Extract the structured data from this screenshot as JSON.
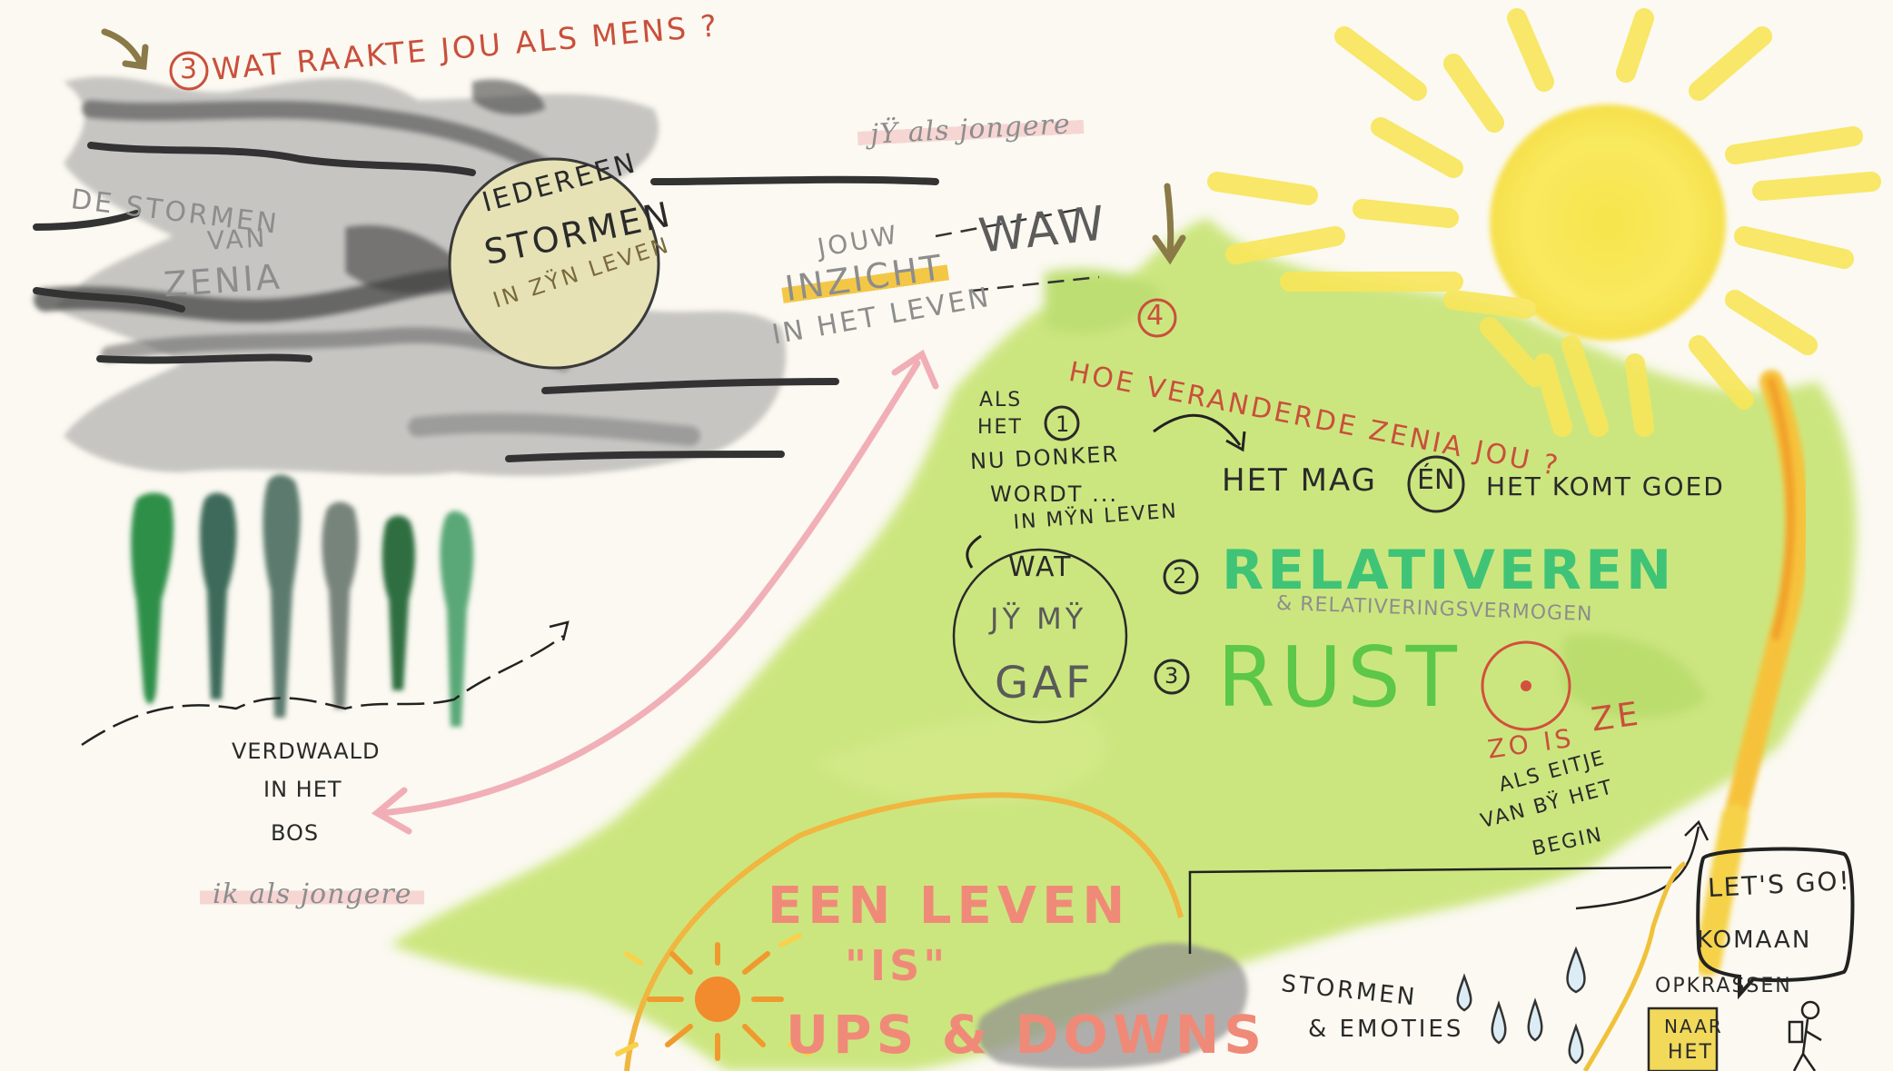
{
  "q3": {
    "number": "3",
    "question": "WAT RAAKTE JOU ALS MENS ?"
  },
  "storm": {
    "line1": "DE STORMEN",
    "line2": "VAN",
    "line3": "ZENIA"
  },
  "moon": {
    "line1": "IEDEREEN",
    "line2": "STORMEN",
    "line3": "IN ZŸN LEVEN"
  },
  "forest": {
    "line1": "VERDWAALD",
    "line2": "IN HET",
    "line3": "BOS"
  },
  "younger_me": "ik als jongere",
  "younger_you": "jŸ als jongere",
  "insight": {
    "jouw": "JOUW",
    "inzicht": "INZICHT",
    "waw": "WAW",
    "leven": "IN HET LEVEN"
  },
  "q4": {
    "number": "4",
    "question": "HOE VERANDERDE ZENIA JOU ?"
  },
  "dark": {
    "line1": "ALS",
    "line2": "HET",
    "num": "1",
    "line3": "NU DONKER",
    "line4": "WORDT ...",
    "line5": "IN MŸN LEVEN"
  },
  "het_mag": {
    "part1": "HET MAG",
    "en": "ÉN",
    "part2": "HET KOMT GOED"
  },
  "gift": {
    "line1": "WAT",
    "line2": "JŸ MŸ",
    "line3": "GAF"
  },
  "item2": {
    "num": "2",
    "title": "RELATIVEREN",
    "sub": "& RELATIVERINGSVERMOGEN"
  },
  "item3": {
    "num": "3",
    "title": "RUST"
  },
  "egg": {
    "zo": "ZO IS",
    "ze": "ZE",
    "line1": "ALS EITJE",
    "line2": "VAN BŸ HET",
    "line3": "BEGIN"
  },
  "life": {
    "line1": "EEN LEVEN",
    "line2": "\"IS\"",
    "line3": "UPS & DOWNS"
  },
  "storms_emotions": {
    "line1": "STORMEN",
    "line2": "& EMOTIES"
  },
  "lets_go": {
    "line1": "LET'S GO!",
    "line2": "KOMAAN"
  },
  "opkrassen": "OPKRASSEN",
  "sign": {
    "line1": "NAAR",
    "line2": "HET"
  },
  "colors": {
    "paper": "#fbf9f1",
    "red_ink": "#c9503c",
    "green_wash": "#b9dd55",
    "sun_yellow": "#f9e640",
    "storm_grey": "#555555",
    "pink_arrow": "#f2a8b0",
    "orange_sun": "#f28a2e"
  }
}
